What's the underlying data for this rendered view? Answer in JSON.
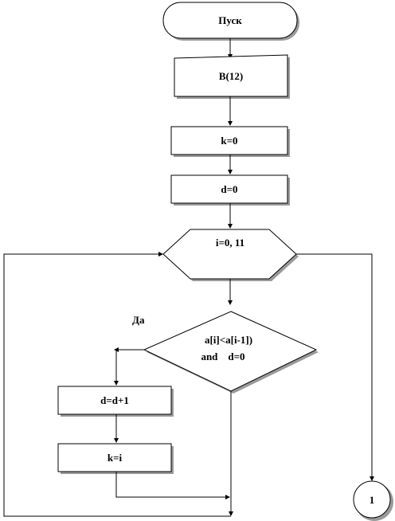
{
  "flowchart": {
    "start": "Пуск",
    "input": "B(12)",
    "init_k": "k=0",
    "init_d": "d=0",
    "loop": "i=0, 11",
    "condition_line1": "a[i]<a[i-1])",
    "condition_line2": "and    d=0",
    "yes_label": "Да",
    "increment_d": "d=d+1",
    "assign_k": "k=i",
    "connector": "1"
  }
}
